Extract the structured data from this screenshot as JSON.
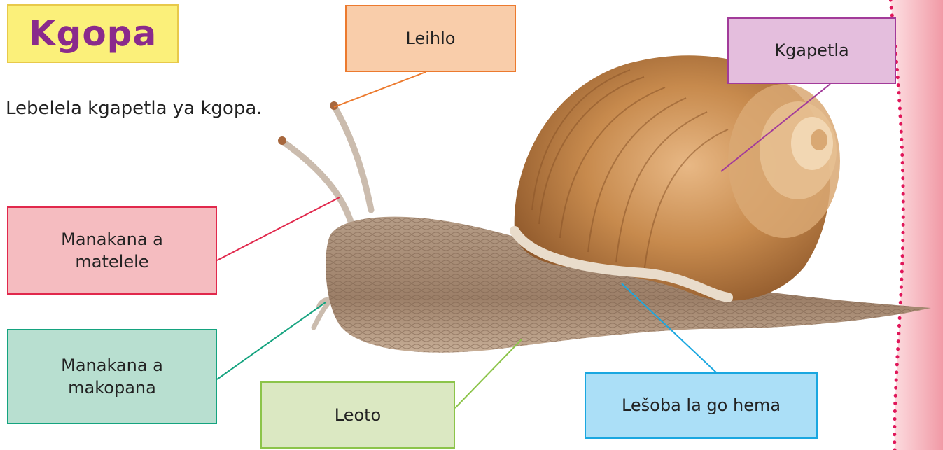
{
  "title": "Kgopa",
  "instruction": "Lebelela kgapetla ya kgopa.",
  "labels": {
    "leihlo": "Leihlo",
    "kgapetla": "Kgapetla",
    "matelele_line1": "Manakana a",
    "matelele_line2": "matelele",
    "makopana_line1": "Manakana a",
    "makopana_line2": "makopana",
    "leoto": "Leoto",
    "lesoba": "Lešoba la go hema"
  },
  "colors": {
    "title_bg": "#fbf07a",
    "title_text": "#8a2a8c",
    "side_strip": "#f6b8c0",
    "dots": "#e0175a"
  }
}
